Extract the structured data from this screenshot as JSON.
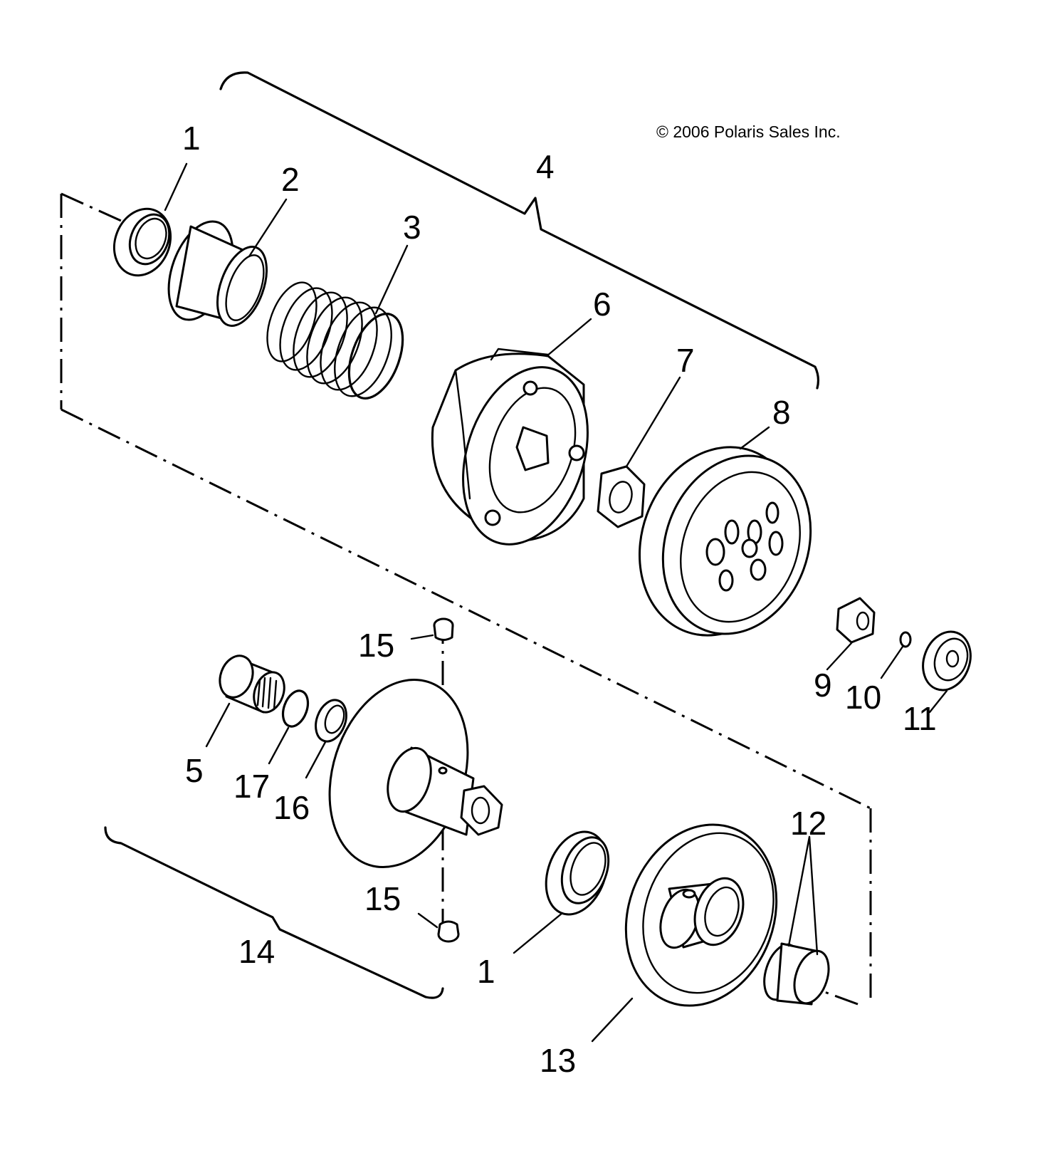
{
  "copyright": "© 2006 Polaris Sales Inc.",
  "callouts": {
    "c1a": "1",
    "c1b": "1",
    "c2": "2",
    "c3": "3",
    "c4": "4",
    "c5": "5",
    "c6": "6",
    "c7": "7",
    "c8": "8",
    "c9": "9",
    "c10": "10",
    "c11": "11",
    "c12": "12",
    "c13": "13",
    "c14": "14",
    "c15a": "15",
    "c15b": "15",
    "c16": "16",
    "c17": "17"
  }
}
